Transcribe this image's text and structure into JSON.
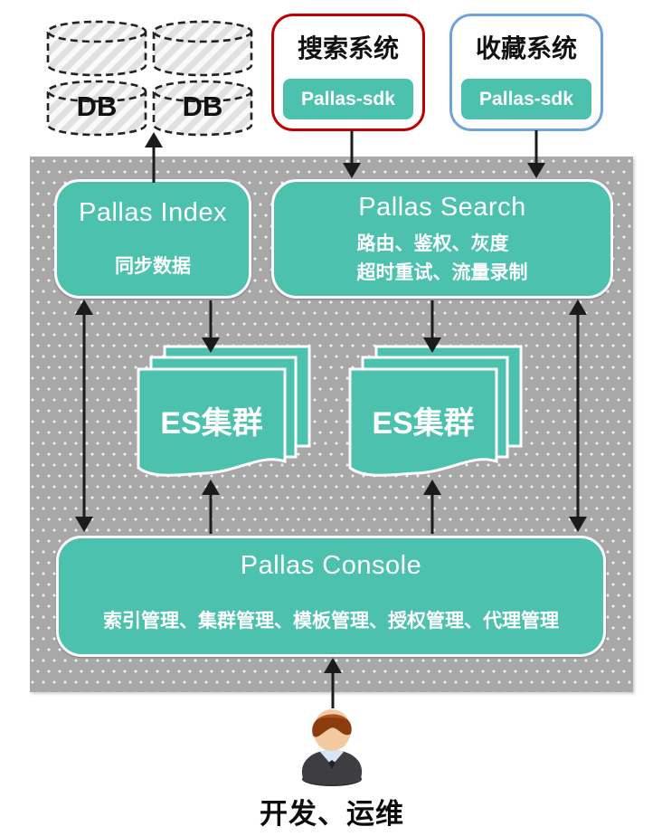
{
  "colors": {
    "teal": "#4bc1ae",
    "panel_gray": "#a8a8a8",
    "red_border": "#c00000",
    "blue_border": "#6fa3db",
    "arrow_black": "#1b1b1b"
  },
  "databases": {
    "label_left": "DB",
    "label_right": "DB"
  },
  "external_systems": [
    {
      "title": "搜索系统",
      "sdk_label": "Pallas-sdk"
    },
    {
      "title": "收藏系统",
      "sdk_label": "Pallas-sdk"
    }
  ],
  "platform": {
    "index_box": {
      "title": "Pallas Index",
      "subtitle": "同步数据"
    },
    "search_box": {
      "title": "Pallas Search",
      "subtitle_line1": "路由、鉴权、灰度",
      "subtitle_line2": "超时重试、流量录制"
    },
    "es_cluster_left": {
      "label": "ES集群"
    },
    "es_cluster_right": {
      "label": "ES集群"
    },
    "console_box": {
      "title": "Pallas Console",
      "subtitle": "索引管理、集群管理、模板管理、授权管理、代理管理"
    }
  },
  "actor": {
    "label": "开发、运维"
  }
}
